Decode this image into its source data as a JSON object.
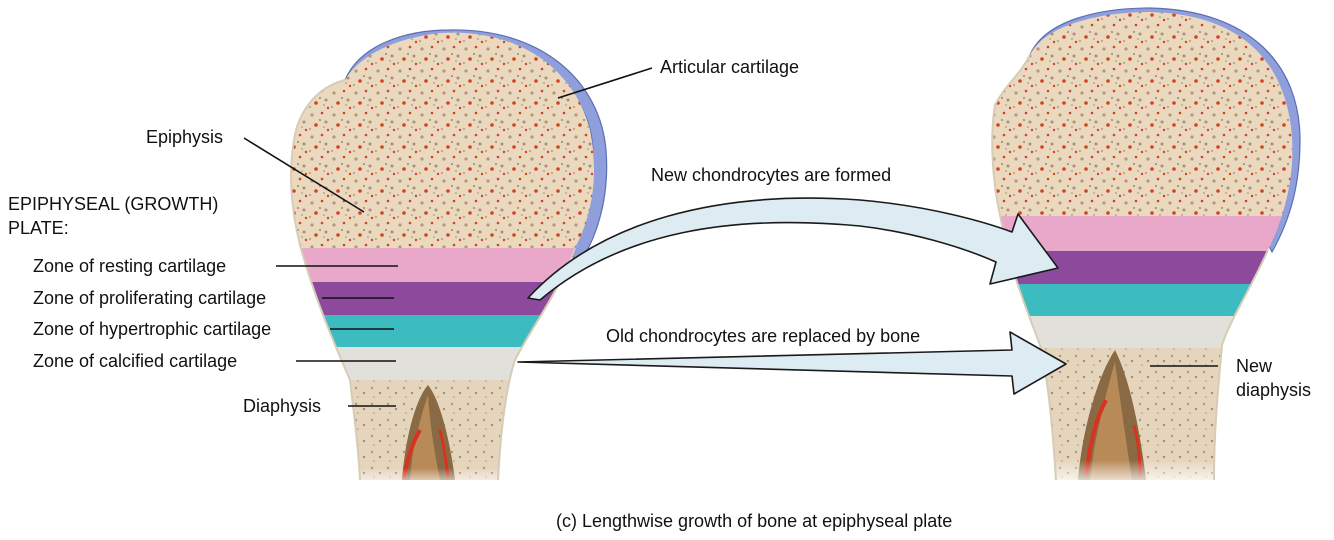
{
  "labels": {
    "articular_cartilage": "Articular cartilage",
    "epiphysis": "Epiphysis",
    "growth_plate_line1": "EPIPHYSEAL (GROWTH)",
    "growth_plate_line2": "PLATE:",
    "zone_resting": "Zone of resting cartilage",
    "zone_proliferating": "Zone of proliferating cartilage",
    "zone_hypertrophic": "Zone of hypertrophic cartilage",
    "zone_calcified": "Zone of calcified cartilage",
    "diaphysis": "Diaphysis",
    "new_chondrocytes": "New chondrocytes are formed",
    "old_chondrocytes": "Old chondrocytes are replaced by bone",
    "new_diaphysis_line1": "New",
    "new_diaphysis_line2": "diaphysis"
  },
  "caption": "(c) Lengthwise growth of bone at epiphyseal plate",
  "colors": {
    "articular_cartilage": "#8f9fdc",
    "spongy_bone": "#ead8bf",
    "zone_resting": "#e9a7c9",
    "zone_proliferating": "#8d4a9c",
    "zone_hypertrophic": "#3cbcc0",
    "zone_calcified": "#e2e0db",
    "marrow": "#cc3b22",
    "arrow_fill": "#dcecf2"
  }
}
